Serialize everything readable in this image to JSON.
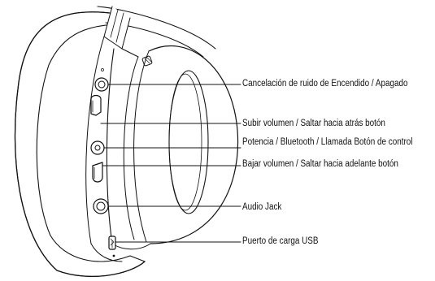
{
  "callouts": [
    {
      "label": "Cancelación de ruido de Encendido / Apagado",
      "icon": "toggle-switch-icon"
    },
    {
      "label": "Subir volumen / Saltar hacia atrás botón",
      "icon": "volume-up-button-icon"
    },
    {
      "label": "Potencia / Bluetooth / Llamada Botón de control",
      "icon": "power-button-icon"
    },
    {
      "label": "Bajar volumen / Saltar hacia adelante botón",
      "icon": "volume-down-button-icon"
    },
    {
      "label": "Audio Jack",
      "icon": "audio-jack-icon"
    },
    {
      "label": "Puerto de carga USB",
      "icon": "usb-port-icon"
    }
  ],
  "colors": {
    "line": "#111111",
    "fill": "#ffffff"
  }
}
